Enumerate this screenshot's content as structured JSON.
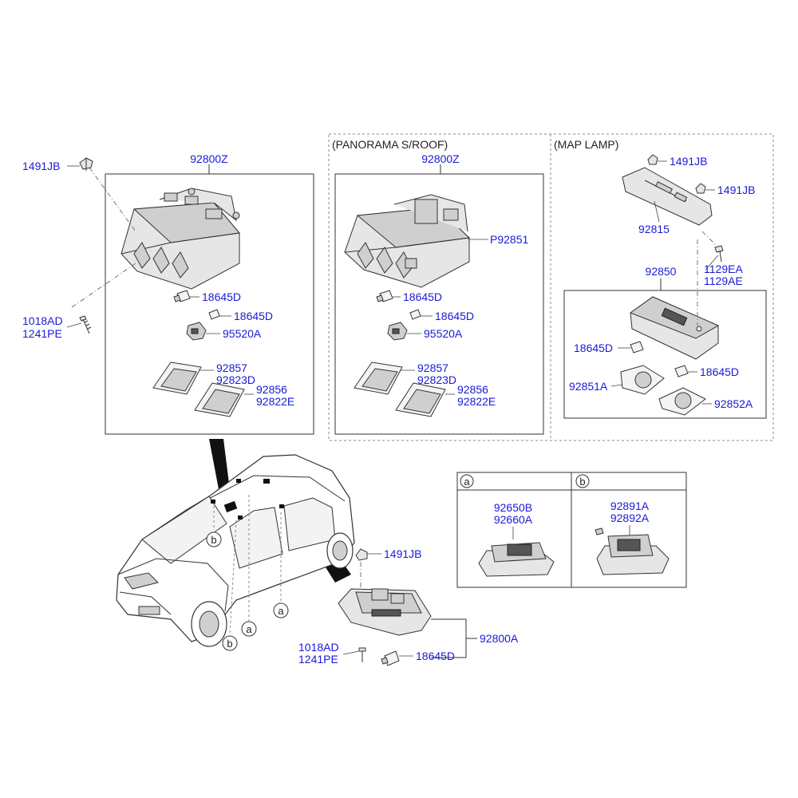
{
  "sections": {
    "panorama_header": "(PANORAMA S/ROOF)",
    "map_lamp_header": "(MAP LAMP)"
  },
  "callouts": {
    "a": "a",
    "b": "b"
  },
  "labels": {
    "left_1491JB": "1491JB",
    "left_92800Z": "92800Z",
    "left_1018AD": "1018AD",
    "left_1241PE": "1241PE",
    "left_18645D_1": "18645D",
    "left_18645D_2": "18645D",
    "left_95520A": "95520A",
    "left_92857": "92857",
    "left_92823D": "92823D",
    "left_92856": "92856",
    "left_92822E": "92822E",
    "mid_92800Z": "92800Z",
    "mid_P92851": "P92851",
    "mid_18645D_1": "18645D",
    "mid_18645D_2": "18645D",
    "mid_95520A": "95520A",
    "mid_92857": "92857",
    "mid_92823D": "92823D",
    "mid_92856": "92856",
    "mid_92822E": "92822E",
    "map_1491JB_1": "1491JB",
    "map_1491JB_2": "1491JB",
    "map_92815": "92815",
    "map_1129EA": "1129EA",
    "map_1129AE": "1129AE",
    "map_92850": "92850",
    "map_18645D_1": "18645D",
    "map_18645D_2": "18645D",
    "map_92851A": "92851A",
    "map_92852A": "92852A",
    "a_92650B": "92650B",
    "a_92660A": "92660A",
    "b_92891A": "92891A",
    "b_92892A": "92892A",
    "bot_1491JB": "1491JB",
    "bot_92800A": "92800A",
    "bot_1018AD": "1018AD",
    "bot_1241PE": "1241PE",
    "bot_18645D": "18645D"
  }
}
